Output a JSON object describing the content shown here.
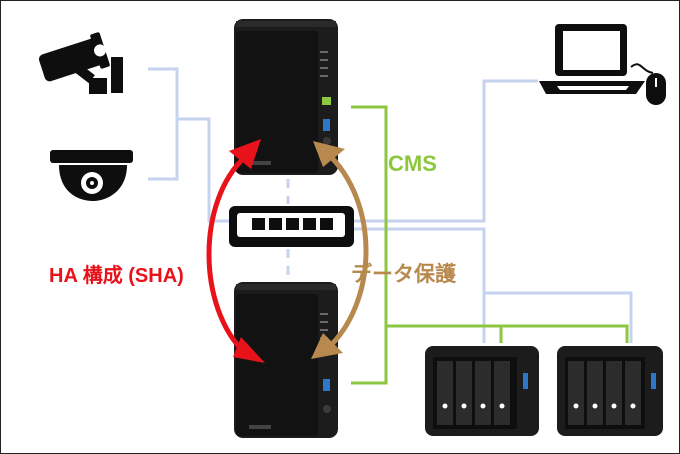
{
  "labels": {
    "cms": "CMS",
    "ha": "HA 構成 (SHA)",
    "data_protection": "データ保護"
  },
  "colors": {
    "lan_line": "#c6d3ee",
    "cms_line": "#8dc63f",
    "ha_arrow": "#e8121b",
    "data_arrow": "#b8894e",
    "device_body": "#1c1c1c",
    "device_dark": "#0e0e0e"
  },
  "icons": {
    "bullet_camera": "bullet-camera-icon",
    "dome_camera": "dome-camera-icon",
    "network_switch": "network-switch-icon",
    "laptop": "laptop-icon",
    "mouse": "mouse-icon",
    "nas_2bay": "nas-2bay-icon",
    "nas_4bay": "nas-4bay-icon"
  }
}
